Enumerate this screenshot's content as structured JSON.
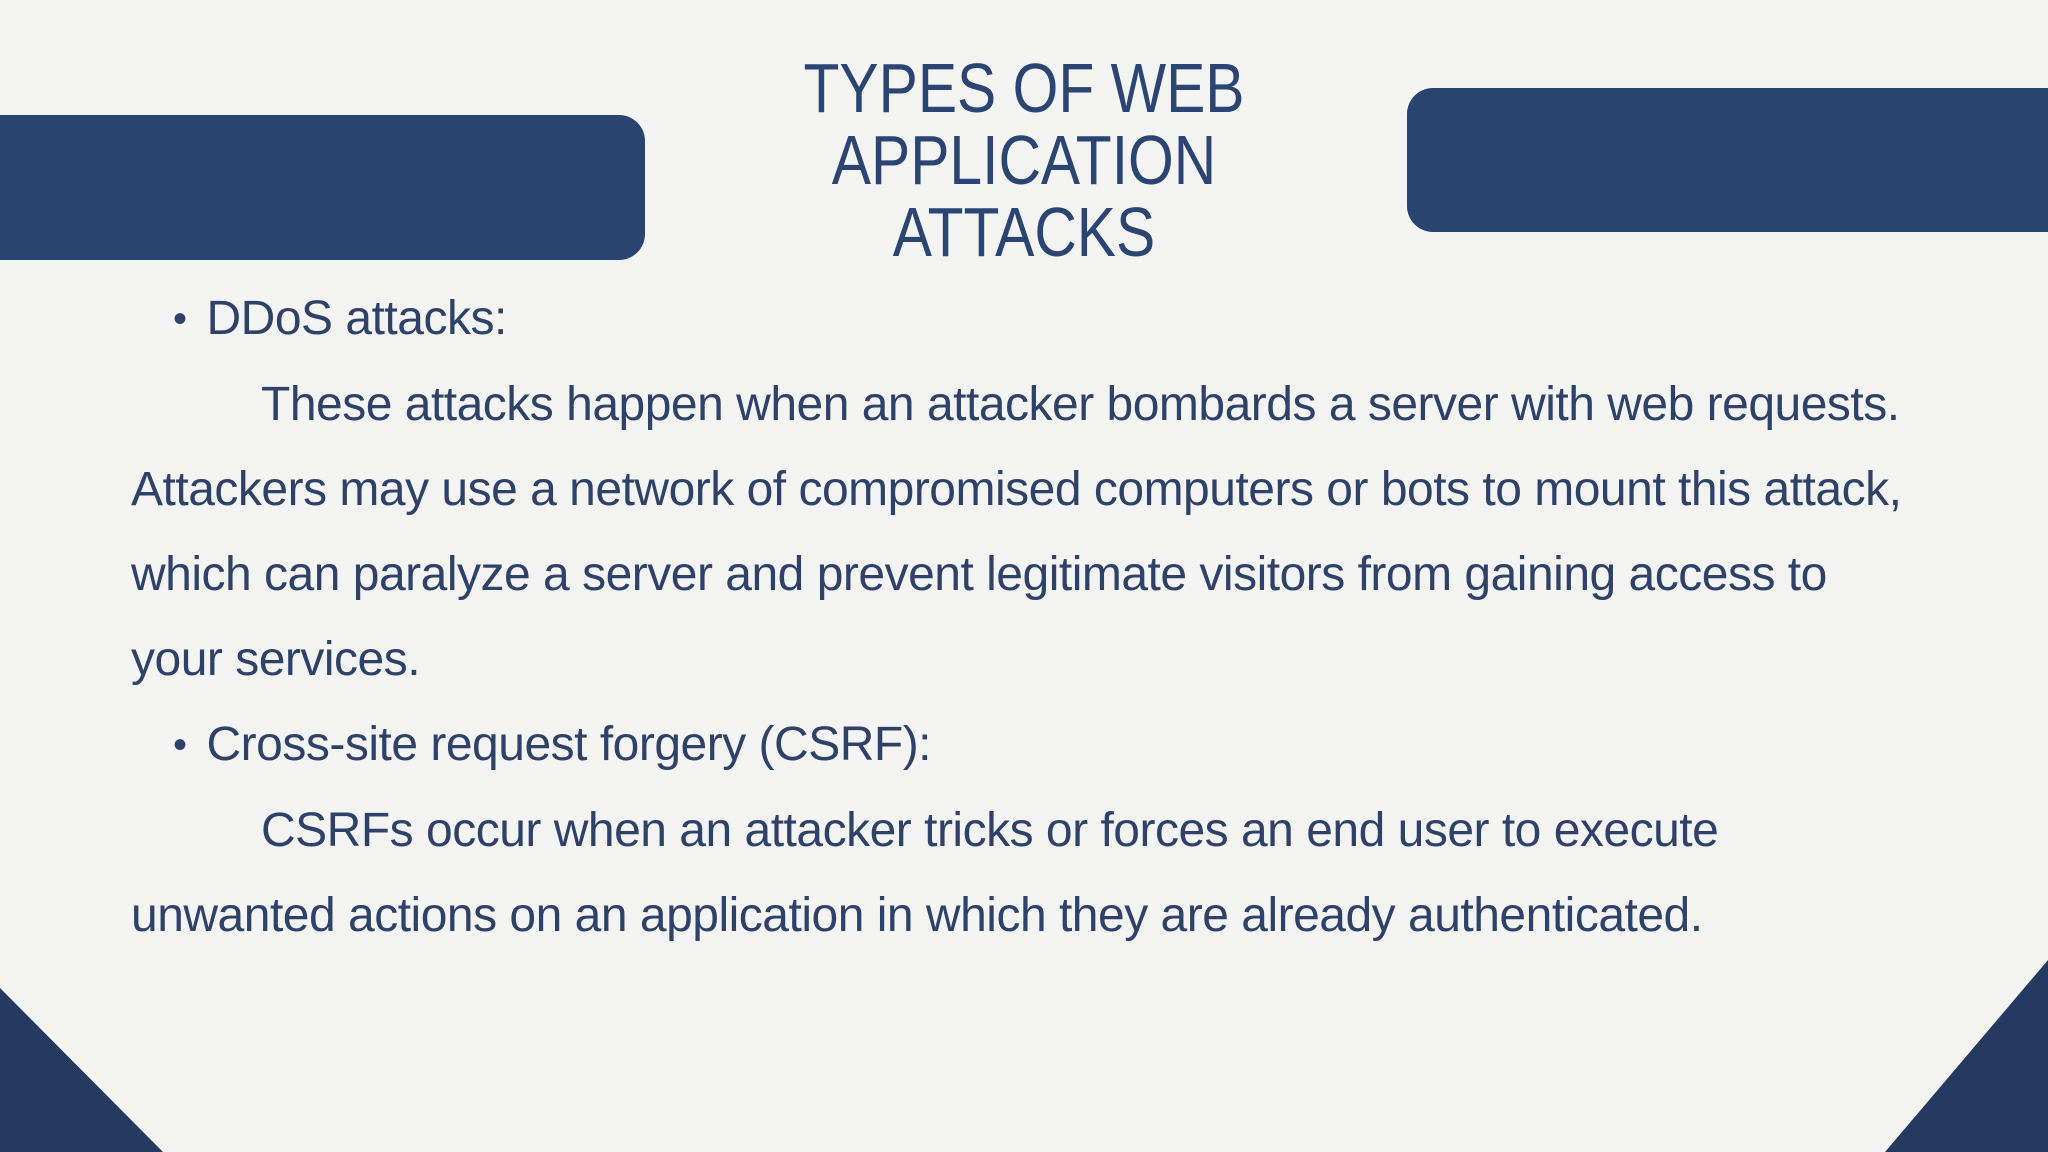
{
  "slide": {
    "title_lines": [
      "TYPES OF WEB",
      "APPLICATION",
      "ATTACKS"
    ],
    "bullets": [
      {
        "marker": "•",
        "label": "DDoS attacks:",
        "body": "These attacks happen when an attacker bombards a server with web requests. Attackers may use a network of compromised computers or bots to mount this attack, which can paralyze a server and prevent legitimate visitors from gaining access to your services."
      },
      {
        "marker": "•",
        "label": "Cross-site request forgery (CSRF):",
        "body": "CSRFs occur when an attacker tricks or forces an end user to execute unwanted actions on an application in which they are already authenticated."
      }
    ],
    "colors": {
      "background": "#f3f4f2",
      "accent_bar": "#2a4470",
      "corner_triangle": "#243a60",
      "title_text": "#2b4573",
      "body_text": "#2e4269"
    }
  }
}
